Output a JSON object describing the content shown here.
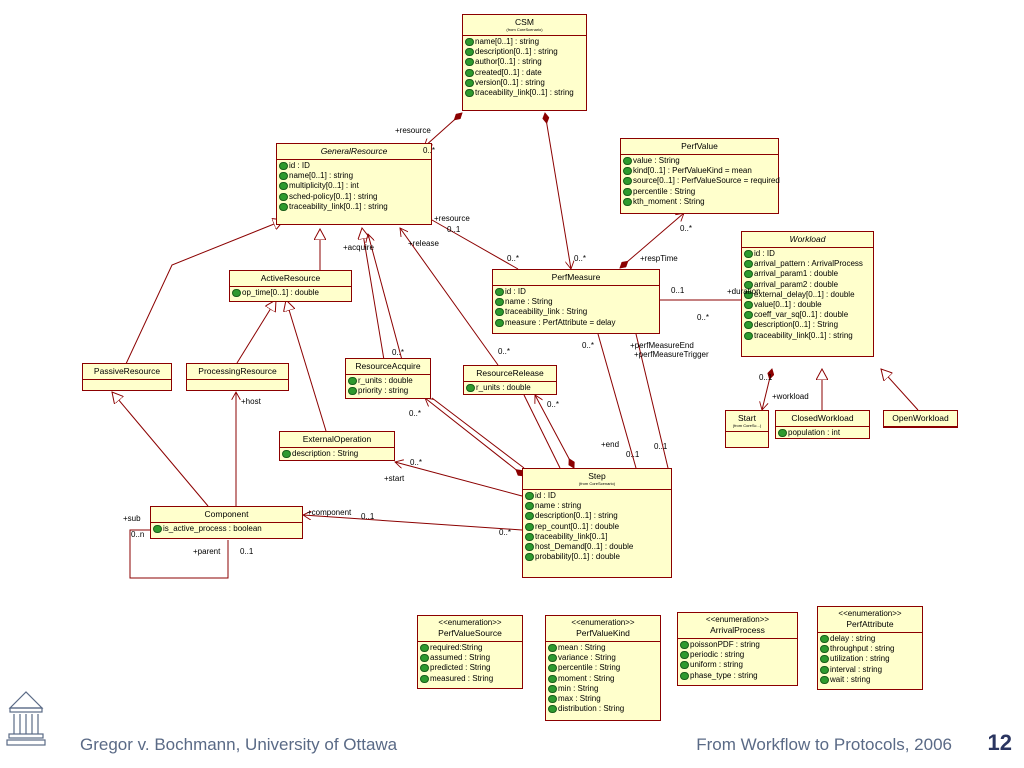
{
  "classes": [
    {
      "stereotype": "",
      "name": "CSM",
      "italic": false,
      "sub": "(from CoreScenario)",
      "attrs": [
        "name[0..1] : string",
        "description[0..1] : string",
        "author[0..1] : string",
        "created[0..1] : date",
        "version[0..1] : string",
        "traceability_link[0..1] : string"
      ]
    },
    {
      "stereotype": "",
      "name": "GeneralResource",
      "italic": true,
      "sub": "",
      "attrs": [
        "id : ID",
        "name[0..1] : string",
        "multiplicity[0..1] : int",
        "sched-policy[0..1] : string",
        "traceability_link[0..1] : string"
      ]
    },
    {
      "stereotype": "",
      "name": "PerfValue",
      "italic": false,
      "sub": "",
      "attrs": [
        "value : String",
        "kind[0..1] : PerfValueKind = mean",
        "source[0..1] : PerfValueSource = required",
        "percentile : String",
        "kth_moment : String"
      ]
    },
    {
      "stereotype": "",
      "name": "Workload",
      "italic": true,
      "sub": "",
      "attrs": [
        "id : ID",
        "arrival_pattern : ArrivalProcess",
        "arrival_param1 : double",
        "arrival_param2 : double",
        "external_delay[0..1] : double",
        "value[0..1] : double",
        "coeff_var_sq[0..1] : double",
        "description[0..1] : String",
        "traceability_link[0..1] : string"
      ]
    },
    {
      "stereotype": "",
      "name": "ActiveResource",
      "italic": false,
      "sub": "",
      "attrs": [
        "op_time[0..1] : double"
      ]
    },
    {
      "stereotype": "",
      "name": "PerfMeasure",
      "italic": false,
      "sub": "",
      "attrs": [
        "id : ID",
        "name : String",
        "traceability_link : String",
        "measure : PerfAttribute = delay"
      ]
    },
    {
      "stereotype": "",
      "name": "PassiveResource",
      "italic": false,
      "sub": "",
      "attrs": []
    },
    {
      "stereotype": "",
      "name": "ProcessingResource",
      "italic": false,
      "sub": "",
      "attrs": []
    },
    {
      "stereotype": "",
      "name": "ResourceAcquire",
      "italic": false,
      "sub": "",
      "attrs": [
        "r_units : double",
        "priority : string"
      ]
    },
    {
      "stereotype": "",
      "name": "ResourceRelease",
      "italic": false,
      "sub": "",
      "attrs": [
        "r_units : double"
      ]
    },
    {
      "stereotype": "",
      "name": "Start",
      "italic": false,
      "sub": "(from CoreSc...)",
      "attrs": []
    },
    {
      "stereotype": "",
      "name": "ClosedWorkload",
      "italic": false,
      "sub": "",
      "attrs": [
        "population : int"
      ]
    },
    {
      "stereotype": "",
      "name": "OpenWorkload",
      "italic": false,
      "sub": "",
      "attrs": []
    },
    {
      "stereotype": "",
      "name": "ExternalOperation",
      "italic": false,
      "sub": "",
      "attrs": [
        "description : String"
      ]
    },
    {
      "stereotype": "",
      "name": "Step",
      "italic": false,
      "sub": "(from CoreScenario)",
      "attrs": [
        "id : ID",
        "name : string",
        "description[0..1] : string",
        "rep_count[0..1] : double",
        "traceability_link[0..1]",
        "host_Demand[0..1] : double",
        "probability[0..1] : double"
      ]
    },
    {
      "stereotype": "",
      "name": "Component",
      "italic": false,
      "sub": "",
      "attrs": [
        "is_active_process : boolean"
      ]
    },
    {
      "stereotype": "<<enumeration>>",
      "name": "PerfValueSource",
      "italic": false,
      "sub": "",
      "attrs": [
        "required:String",
        "assumed : String",
        "predicted : String",
        "measured : String"
      ]
    },
    {
      "stereotype": "<<enumeration>>",
      "name": "PerfValueKind",
      "italic": false,
      "sub": "",
      "attrs": [
        "mean : String",
        "variance : String",
        "percentile : String",
        "moment : String",
        "min : String",
        "max : String",
        "distribution : String"
      ]
    },
    {
      "stereotype": "<<enumeration>>",
      "name": "ArrivalProcess",
      "italic": false,
      "sub": "",
      "attrs": [
        "poissonPDF : string",
        "periodic : string",
        "uniform : string",
        "phase_type : string"
      ]
    },
    {
      "stereotype": "<<enumeration>>",
      "name": "PerfAttribute",
      "italic": false,
      "sub": "",
      "attrs": [
        "delay : string",
        "throughput : string",
        "utilization : string",
        "interval : string",
        "wait : string"
      ]
    }
  ],
  "labels": [
    "+resource",
    "0..*",
    "+resource",
    "0..1",
    "+acquire",
    "+release",
    "0..*",
    "0..*",
    "+respTime",
    "0..*",
    "0..1",
    "+duration",
    "0..*",
    "0..*",
    "0..*",
    "0..*",
    "+perfMeasureEnd",
    "+perfMeasureTrigger",
    "0..*",
    "0..*",
    "+end",
    "0..1",
    "0..1",
    "+start",
    "0..*",
    "0..1",
    "+workload",
    "+host",
    "+sub",
    "0..n",
    "+component",
    "0..1",
    "0..*",
    "+parent",
    "0..1"
  ],
  "footer": {
    "left": "Gregor v. Bochmann, University of Ottawa",
    "right": "From Workflow to Protocols, 2006",
    "page": "12"
  },
  "colors": {
    "box_fill": "#ffffcc",
    "box_border": "#8b0000",
    "line": "#8b0000",
    "footer_text": "#5a6a86",
    "page_number": "#2a3560"
  },
  "icons": {
    "attribute": "green-attribute-icon",
    "logo": "university-building-logo"
  }
}
